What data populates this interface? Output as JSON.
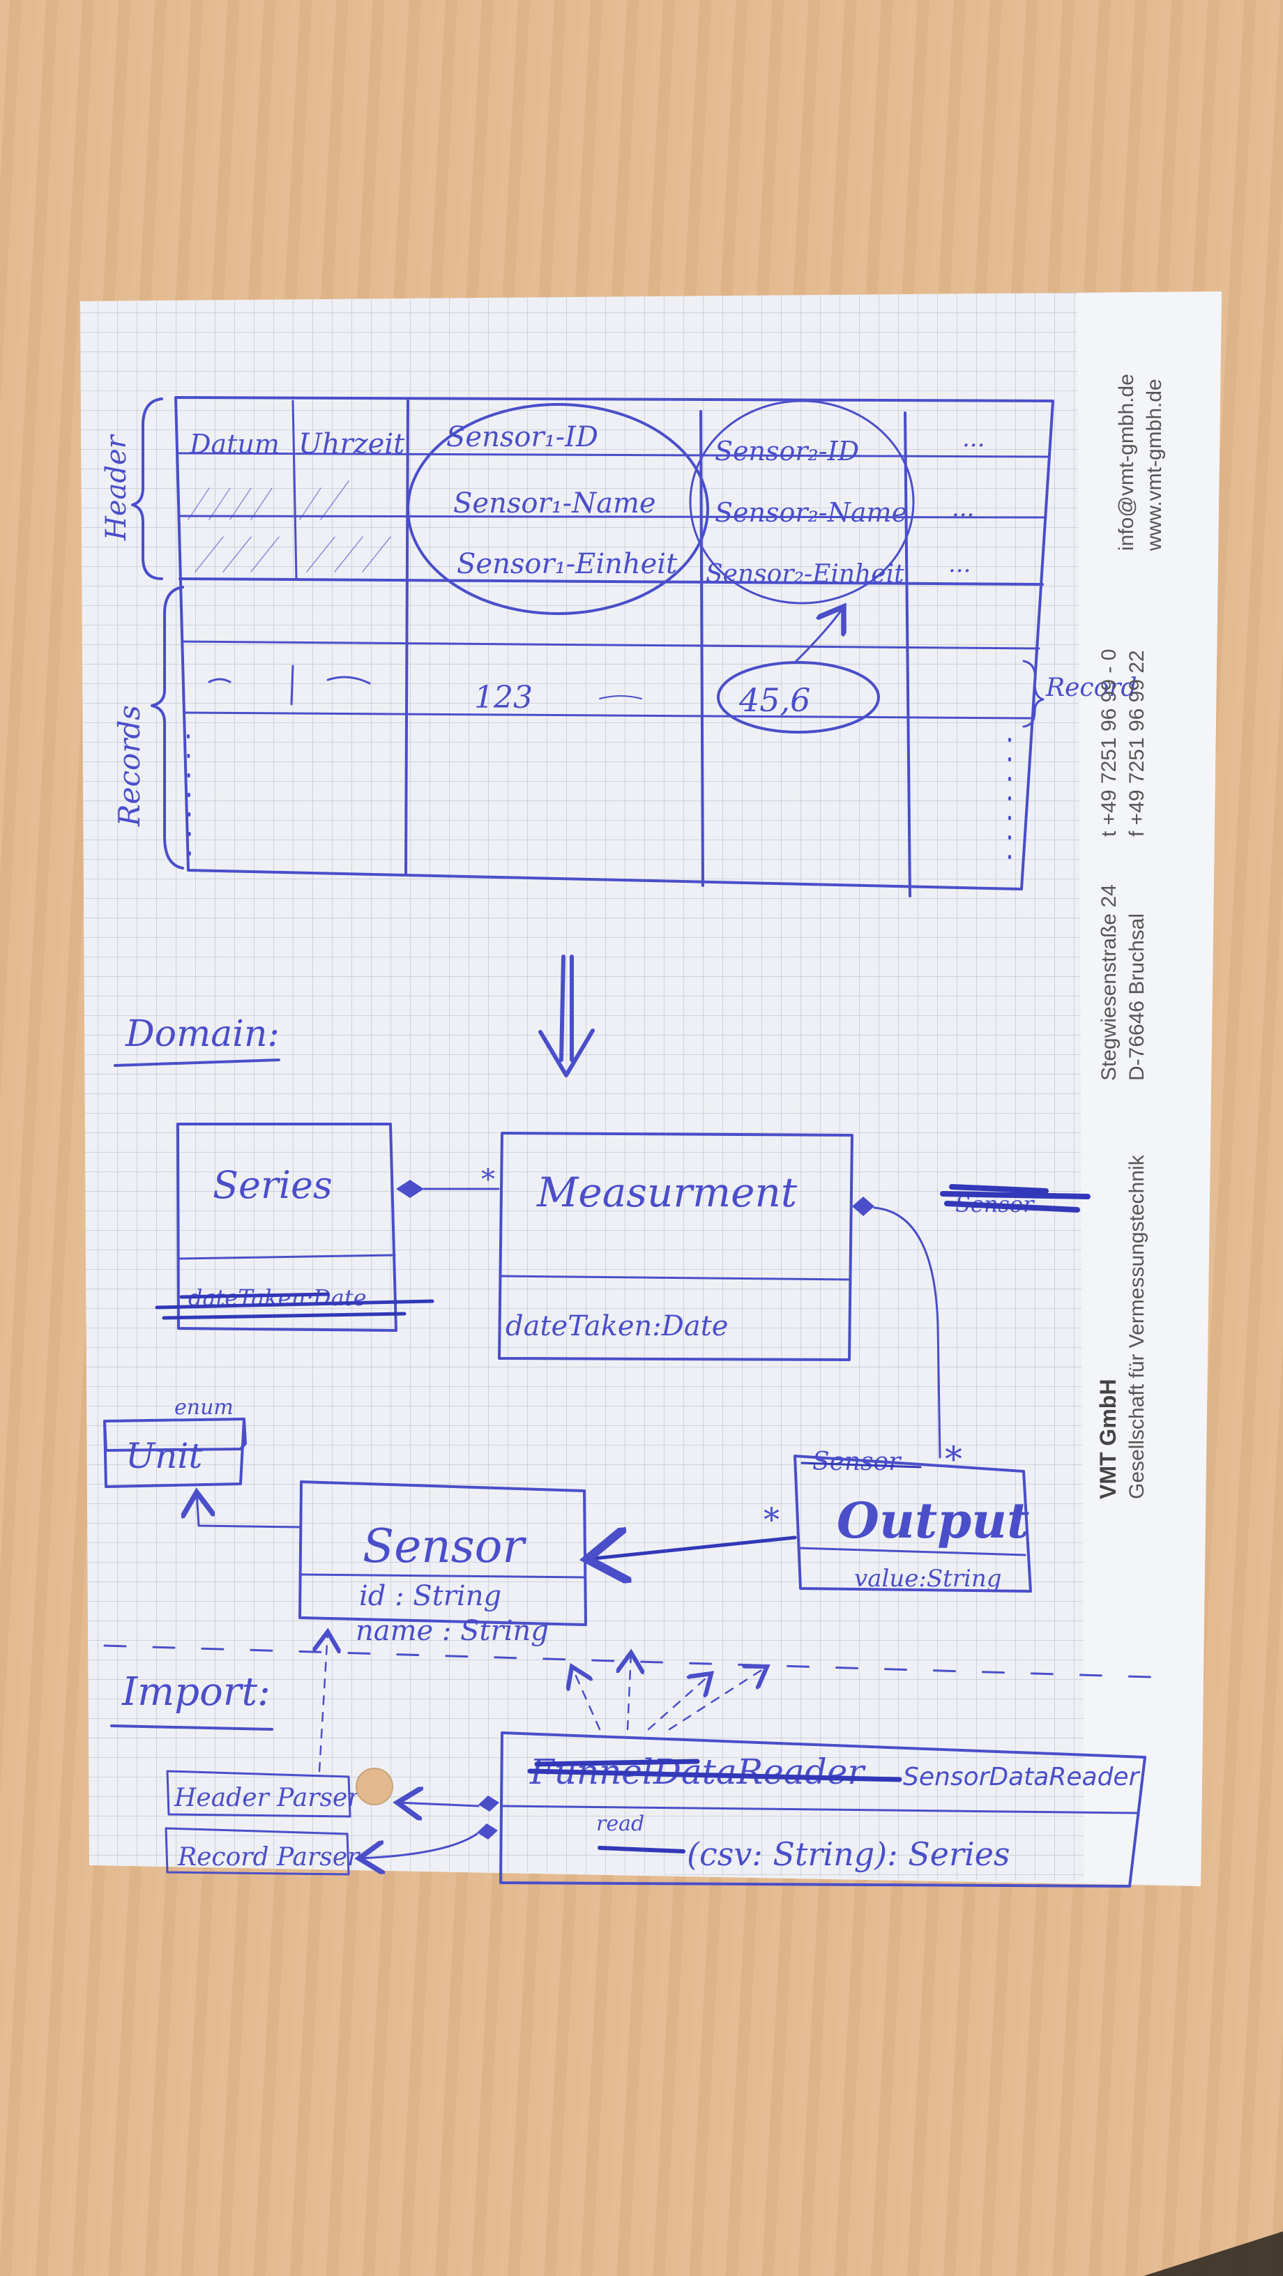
{
  "header_label": "Header",
  "records_label": "Records",
  "record_label_right": "Record",
  "table": {
    "col_datum": "Datum",
    "col_uhrzeit": "Uhrzeit",
    "sensor1_id": "Sensor₁-ID",
    "sensor1_name": "Sensor₁-Name",
    "sensor1_einheit": "Sensor₁-Einheit",
    "sensor2_id": "Sensor₂-ID",
    "sensor2_name": "Sensor₂-Name",
    "sensor2_einheit": "Sensor₂-Einheit",
    "ellipsis": "...",
    "value_1": "123",
    "value_2": "45,6"
  },
  "domain": {
    "heading": "Domain:",
    "series": "Series",
    "series_struck_attr": "dateTaken:Date",
    "measurement": "Measurment",
    "measurement_attr": "dateTaken:Date",
    "unit_stereotype": "enum",
    "unit": "Unit",
    "sensor": "Sensor",
    "sensor_attr_id": "id : String",
    "sensor_attr_name": "name : String",
    "output_struck": "Sensor",
    "output": "Output",
    "output_attr": "value:String",
    "multiplicity_star": "*",
    "struck_note": "Sensor"
  },
  "import": {
    "heading": "Import:",
    "header_parser": "Header Parser",
    "record_parser": "Record Parser",
    "struck_class": "FunnelDataReader",
    "class_name": "SensorDataReader",
    "method_read": "read",
    "method_signature": "(csv: String): Series"
  },
  "company": {
    "name": "VMT GmbH",
    "tagline": "Gesellschaft für Vermessungstechnik",
    "street": "Stegwiesenstraße 24",
    "city": "D-76646 Bruchsal",
    "phone": "t +49 7251 96 99 - 0",
    "fax": "f +49 7251 96 99 22",
    "email": "info@vmt-gmbh.de",
    "web": "www.vmt-gmbh.de"
  }
}
